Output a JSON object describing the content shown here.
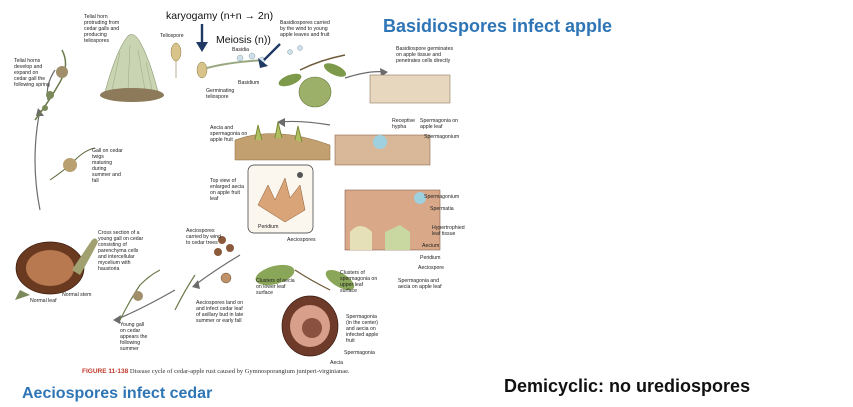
{
  "titles": {
    "basidiospores": "Basidiospores infect  apple",
    "aeciospores": "Aeciospores infect cedar",
    "demicyclic": "Demicyclic: no urediospores"
  },
  "annotations": {
    "karyogamy": "karyogamy (n+n → 2n)",
    "meiosis": "Meiosis (n))"
  },
  "figure": {
    "number": "FIGURE 11-138",
    "caption": "Disease cycle of cedar-apple rust caused by Gymnosporangium juniperi-virginianae."
  },
  "labels": {
    "telial_horns": "Telial horn protruding from cedar galls and producing teliospores",
    "telial_develop": "Telial horns develop and expand on cedar gall the following spring",
    "teliospore": "Teliospore",
    "basidiospores_carried": "Basidiospores carried by the wind to young apple leaves and fruit",
    "basidia": "Basidia",
    "basidium": "Basidium",
    "germinating": "Germinating teliospore",
    "basidiospore_germinates": "Basidiospore germinates on apple tissue and penetrates cells directly",
    "receptive": "Receptive hypha",
    "spermagonia_leaf": "Spermagonia on apple leaf",
    "spermagonium": "Spermagonium",
    "aecia_fruit": "Aecia and spermagonia on apple fruit",
    "gall_cedar": "Gall on cedar twigs maturing during summer and fall",
    "top_view": "Top view of enlarged aecia on apple fruit leaf",
    "peridium_top": "Peridium",
    "aeciospores_top": "Aeciospores",
    "spermagonium_2": "Spermagonium",
    "spermatia": "Spermatia",
    "hypertrophied": "Hypertrophied leaf tissue",
    "aecium": "Aecium",
    "peridium": "Peridium",
    "aeciospore": "Aeciospore",
    "cross_section": "Cross section of a young gall on cedar consisting of parenchyma cells and intercellular mycelium with haustoria",
    "aeciospores_wind": "Aeciospores carried by wind to cedar trees",
    "clusters_aecia": "Clusters of aecia on lower leaf surface",
    "clusters_sperm": "Clusters of spermagonia on upper leaf surface",
    "sperm_aecia_leaf": "Spermagonia and aecia on apple leaf",
    "normal_leaf": "Normal leaf",
    "normal_stem": "Normal stem",
    "aeciospores_land": "Aeciospores land on and infect cedar leaf of axillary bud in late summer or early fall",
    "young_gall": "Young gall on cedar appears the following summer",
    "sperm_center": "Spermagonia (in the center) and aecia on infected apple fruit",
    "spermagonia": "Spermagonia",
    "aecia": "Aecia"
  }
}
